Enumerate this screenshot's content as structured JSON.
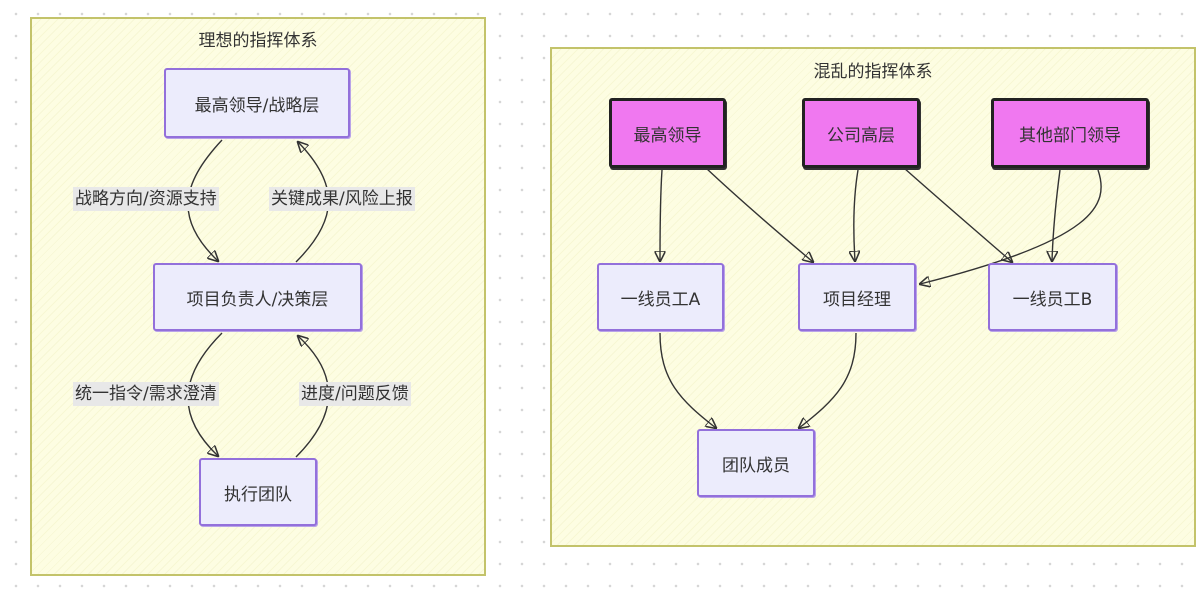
{
  "left_cluster": {
    "title": "理想的指挥体系",
    "nodes": {
      "top": "最高领导/战略层",
      "mid": "项目负责人/决策层",
      "bottom": "执行团队"
    },
    "edge_labels": {
      "down1": "战略方向/资源支持",
      "up1": "关键成果/风险上报",
      "down2": "统一指令/需求澄清",
      "up2": "进度/问题反馈"
    }
  },
  "right_cluster": {
    "title": "混乱的指挥体系",
    "nodes": {
      "leader1": "最高领导",
      "leader2": "公司高层",
      "leader3": "其他部门领导",
      "staffA": "一线员工A",
      "pm": "项目经理",
      "staffB": "一线员工B",
      "team": "团队成员"
    }
  },
  "colors": {
    "cluster_fill": "#fdfde2",
    "cluster_border": "#c3c36a",
    "node_fill": "#ececfc",
    "node_border": "#9370db",
    "leader_fill": "#f078f0",
    "edge": "#333333"
  }
}
